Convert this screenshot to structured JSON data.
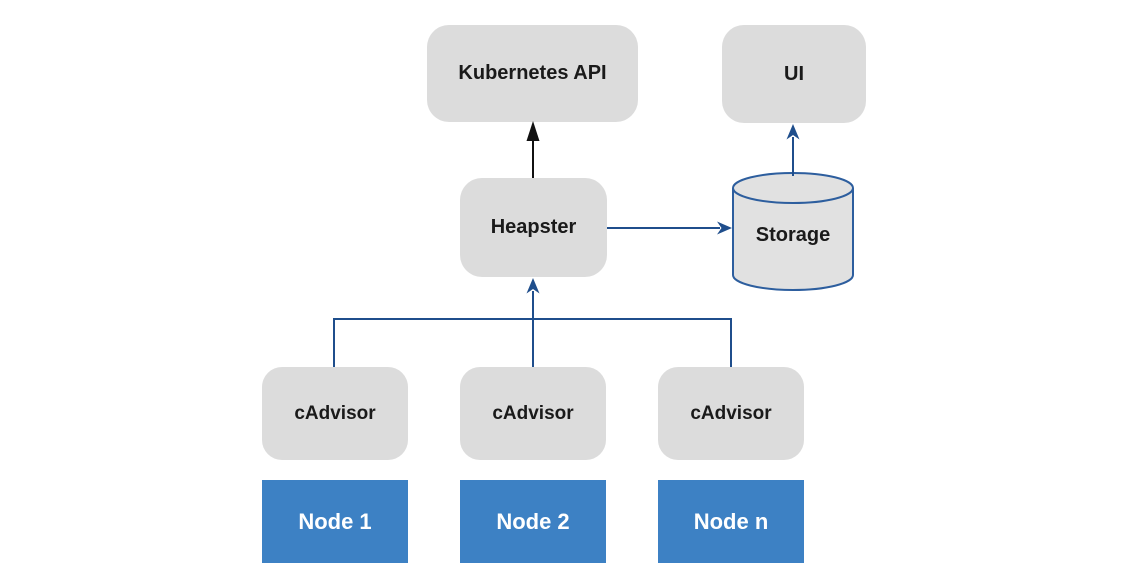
{
  "diagram": {
    "type": "architecture-diagram",
    "background": "#ffffff",
    "nodes": [
      {
        "id": "kubernetes-api",
        "label": "Kubernetes API",
        "shape": "rounded-box",
        "fill": "#dcdcdc",
        "text_color": "#1a1a1a"
      },
      {
        "id": "ui",
        "label": "UI",
        "shape": "rounded-box",
        "fill": "#dcdcdc",
        "text_color": "#1a1a1a"
      },
      {
        "id": "heapster",
        "label": "Heapster",
        "shape": "rounded-box",
        "fill": "#dcdcdc",
        "text_color": "#1a1a1a"
      },
      {
        "id": "storage",
        "label": "Storage",
        "shape": "cylinder",
        "fill": "#e1e1e1",
        "stroke": "#2d5e9e",
        "text_color": "#1a1a1a"
      },
      {
        "id": "cadvisor-1",
        "label": "cAdvisor",
        "shape": "rounded-box",
        "fill": "#dcdcdc",
        "text_color": "#1a1a1a"
      },
      {
        "id": "cadvisor-2",
        "label": "cAdvisor",
        "shape": "rounded-box",
        "fill": "#dcdcdc",
        "text_color": "#1a1a1a"
      },
      {
        "id": "cadvisor-3",
        "label": "cAdvisor",
        "shape": "rounded-box",
        "fill": "#dcdcdc",
        "text_color": "#1a1a1a"
      },
      {
        "id": "node-1",
        "label": "Node 1",
        "shape": "box",
        "fill": "#3d81c4",
        "text_color": "#ffffff"
      },
      {
        "id": "node-2",
        "label": "Node 2",
        "shape": "box",
        "fill": "#3d81c4",
        "text_color": "#ffffff"
      },
      {
        "id": "node-n",
        "label": "Node n",
        "shape": "box",
        "fill": "#3d81c4",
        "text_color": "#ffffff"
      }
    ],
    "edges": [
      {
        "from": "heapster",
        "to": "kubernetes-api",
        "style": "solid-arrow",
        "color": "#111111"
      },
      {
        "from": "heapster",
        "to": "storage",
        "style": "solid-arrow",
        "color": "#1f4e8c"
      },
      {
        "from": "storage",
        "to": "ui",
        "style": "solid-arrow",
        "color": "#1f4e8c"
      },
      {
        "from": "cadvisor-1",
        "to": "heapster",
        "style": "solid-arrow",
        "color": "#1f4e8c"
      },
      {
        "from": "cadvisor-2",
        "to": "heapster",
        "style": "solid-arrow",
        "color": "#1f4e8c"
      },
      {
        "from": "cadvisor-3",
        "to": "heapster",
        "style": "solid-arrow",
        "color": "#1f4e8c"
      }
    ],
    "colors": {
      "box_fill": "#dcdcdc",
      "node_fill": "#3d81c4",
      "node_text": "#ffffff",
      "arrow_blue": "#1f4e8c",
      "arrow_black": "#111111",
      "cylinder_stroke": "#2d5e9e",
      "cylinder_fill": "#e1e1e1",
      "label_text": "#1a1a1a"
    }
  }
}
